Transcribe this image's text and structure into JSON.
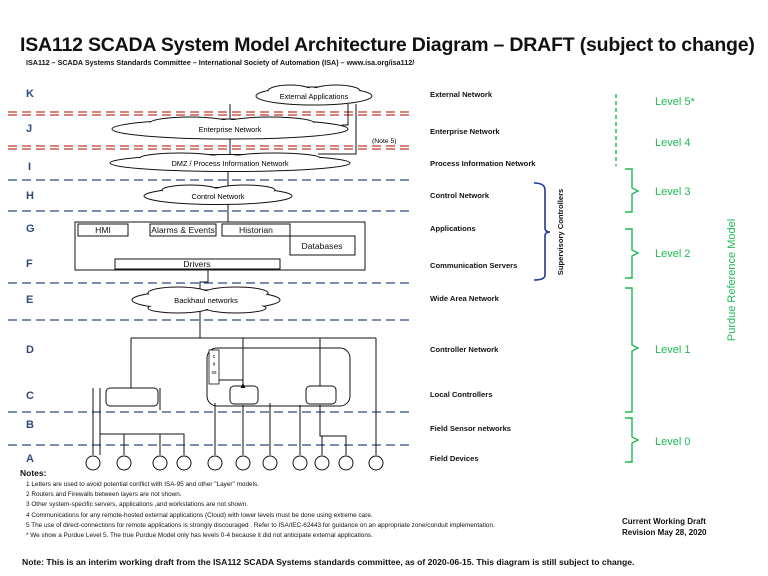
{
  "title": "ISA112 SCADA System Model Architecture Diagram – DRAFT (subject to change)",
  "subtitle": "ISA112 – SCADA Systems Standards Committee – International Society of Automation (ISA) – www.isa.org/isa112/",
  "layers": [
    {
      "letter": "K",
      "name": "External Network"
    },
    {
      "letter": "J",
      "name": "Enterprise Network"
    },
    {
      "letter": "I",
      "name": "Process Information Network"
    },
    {
      "letter": "H",
      "name": "Control Network"
    },
    {
      "letter": "G",
      "name": "Applications"
    },
    {
      "letter": "F",
      "name": "Communication Servers"
    },
    {
      "letter": "E",
      "name": "Wide Area Network"
    },
    {
      "letter": "D",
      "name": "Controller Network"
    },
    {
      "letter": "C",
      "name": "Local Controllers"
    },
    {
      "letter": "B",
      "name": "Field Sensor networks"
    },
    {
      "letter": "A",
      "name": "Field Devices"
    }
  ],
  "clouds": {
    "external": "External Applications",
    "enterprise": "Enterprise Network",
    "dmz": "DMZ / Process Information Network",
    "control": "Control Network",
    "backhaul": "Backhaul networks"
  },
  "boxes": {
    "hmi": "HMI",
    "alarms": "Alarms & Events",
    "historian": "Historian",
    "databases": "Databases",
    "drivers": "Drivers",
    "note5": "(Note 5)",
    "controller_glyphs": "c\n#\nss"
  },
  "supervisory": "Supervisory Controllers",
  "purdue": {
    "title": "Purdue Reference Model",
    "levels": [
      "Level 5*",
      "Level 4",
      "Level 3",
      "Level 2",
      "Level 1",
      "Level 0"
    ]
  },
  "notes": {
    "heading": "Notes:",
    "items": [
      "1  Letters are used to avoid potential conflict with ISA-95 and other \"Layer\" models.",
      "2  Routers and Firewalls between layers are not shown.",
      "3  Other system-specific servers, applications ,and workstations are not shown.",
      "4  Communications for any remote-hosted external applications (Cloud) with lower levels must be done using extreme care.",
      "5  The use of direct-connections for remote applications is strongly discouraged . Refer to ISA/IEC-62443 for guidance on an appropriate zone/conduit implementation.",
      "*  We show a Purdue Level 5. The true Purdue Model only has levels 0-4 because it did not anticipate external applications."
    ]
  },
  "working_draft": {
    "line1": "Current Working Draft",
    "line2": "Revision May 28, 2020"
  },
  "footer": "Note: This is an interim working draft from the ISA112 SCADA Systems standards committee, as of 2020-06-15. This diagram is still subject to change.",
  "colors": {
    "red_dash": "#c0392b",
    "blue_dash": "#2e4a7d",
    "green": "#1db954",
    "supervisory_bracket": "#1f3a93"
  }
}
